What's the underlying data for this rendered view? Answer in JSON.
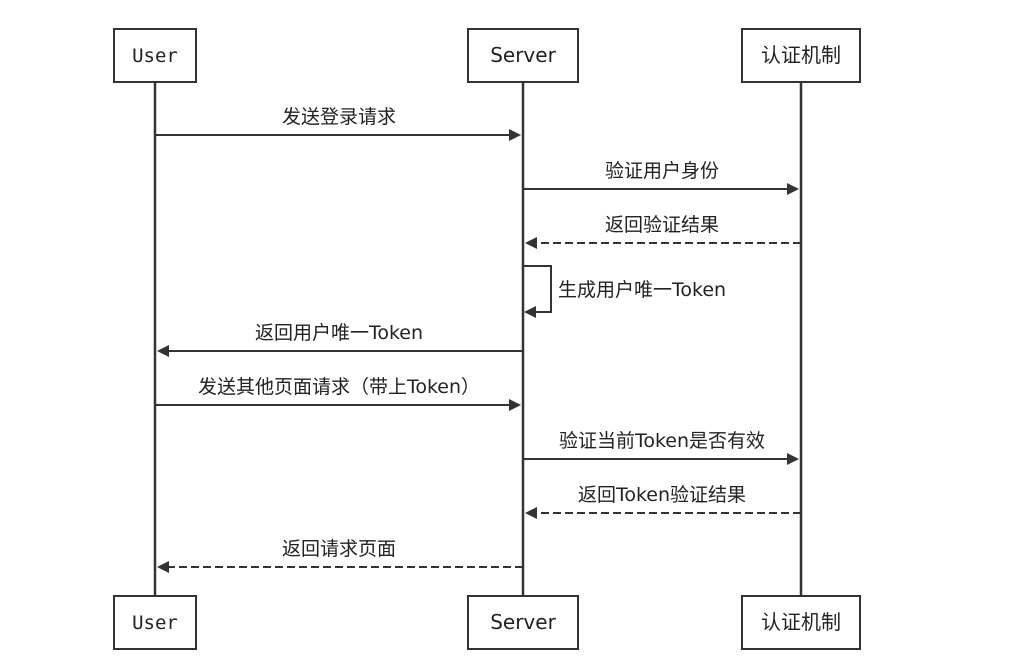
{
  "participants": [
    {
      "id": "user",
      "label": "User"
    },
    {
      "id": "server",
      "label": "Server"
    },
    {
      "id": "auth",
      "label": "认证机制"
    }
  ],
  "messages": [
    {
      "from": "user",
      "to": "server",
      "text": "发送登录请求",
      "style": "solid"
    },
    {
      "from": "server",
      "to": "auth",
      "text": "验证用户身份",
      "style": "solid"
    },
    {
      "from": "auth",
      "to": "server",
      "text": "返回验证结果",
      "style": "dashed"
    },
    {
      "from": "server",
      "to": "server",
      "text": "生成用户唯一Token",
      "style": "solid"
    },
    {
      "from": "server",
      "to": "user",
      "text": "返回用户唯一Token",
      "style": "solid"
    },
    {
      "from": "user",
      "to": "server",
      "text": "发送其他页面请求（带上Token）",
      "style": "solid"
    },
    {
      "from": "server",
      "to": "auth",
      "text": "验证当前Token是否有效",
      "style": "solid"
    },
    {
      "from": "auth",
      "to": "server",
      "text": "返回Token验证结果",
      "style": "dashed"
    },
    {
      "from": "server",
      "to": "user",
      "text": "返回请求页面",
      "style": "dashed"
    }
  ]
}
